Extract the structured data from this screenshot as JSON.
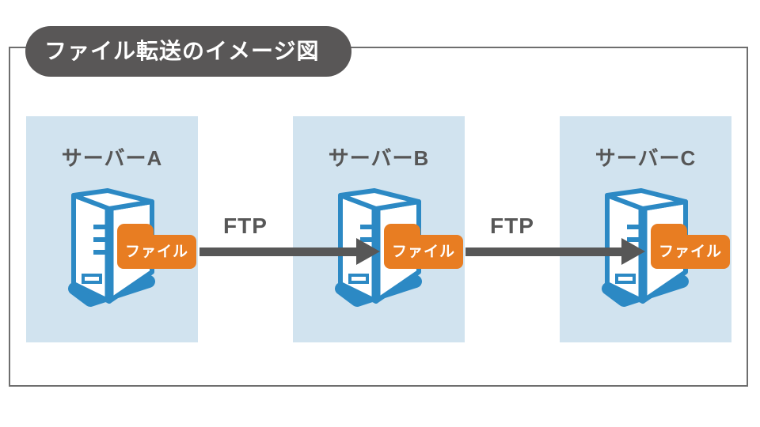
{
  "title": "ファイル転送のイメージ図",
  "servers": [
    {
      "id": "A",
      "label": "サーバーA",
      "file_label": "ファイル"
    },
    {
      "id": "B",
      "label": "サーバーB",
      "file_label": "ファイル"
    },
    {
      "id": "C",
      "label": "サーバーC",
      "file_label": "ファイル"
    }
  ],
  "transfers": [
    {
      "label": "FTP",
      "from": "サーバーA",
      "to": "サーバーB"
    },
    {
      "label": "FTP",
      "from": "サーバーB",
      "to": "サーバーC"
    }
  ],
  "colors": {
    "panel_bg": "#d1e3ef",
    "server_blue": "#2c89c4",
    "folder_orange": "#e87d22",
    "arrow_gray": "#575757",
    "title_pill_gray": "#595757",
    "frame_border_gray": "#6e6e6e",
    "title_text": "#ffffff"
  }
}
